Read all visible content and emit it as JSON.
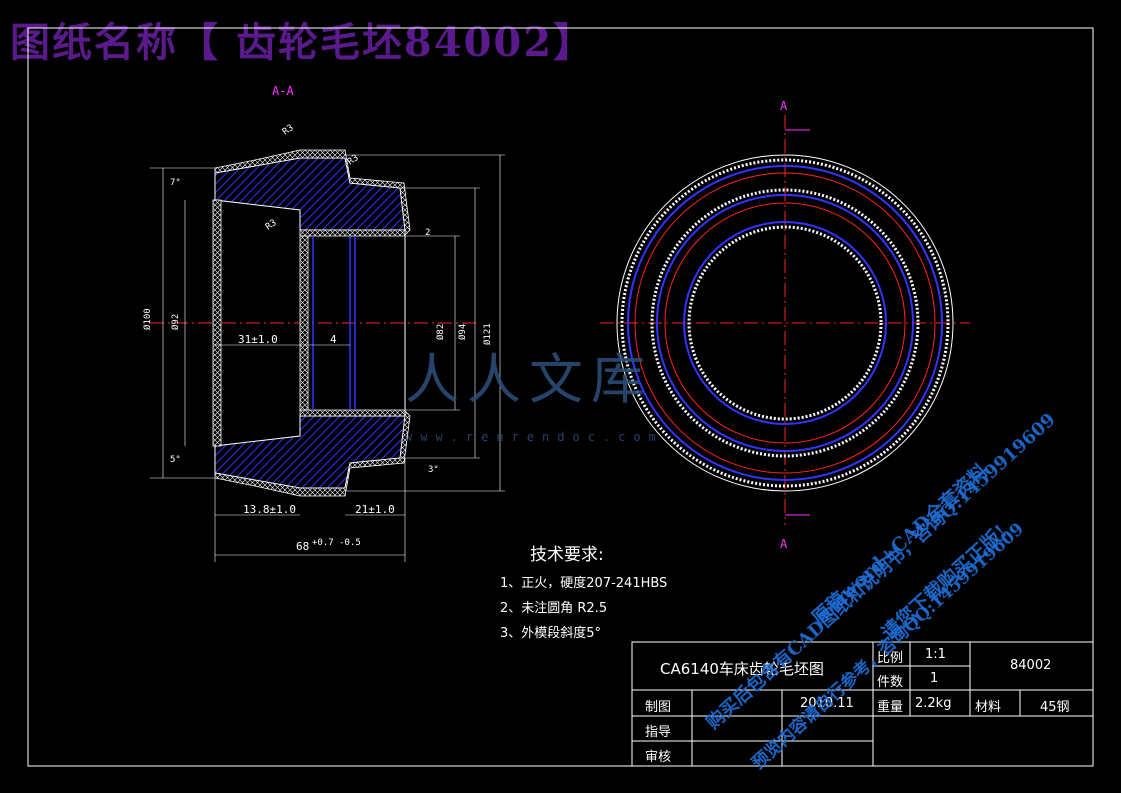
{
  "title": "图纸名称【 齿轮毛坯84002】",
  "section_label": "A-A",
  "section_mark": "A",
  "dimensions": {
    "d31": "31±1.0",
    "d4": "4",
    "d13": "13.8±1.0",
    "d21": "21±1.0",
    "d68": "68",
    "d68_tol": "+0.7 -0.5",
    "phi82": "Ø82",
    "phi94": "Ø94",
    "phi121": "Ø121",
    "r_left_outer": "Ø100",
    "r_left_inner": "Ø92",
    "ang7": "7°",
    "ang5": "5°",
    "ang3": "3°",
    "r3a": "R3",
    "r3b": "R3",
    "r3c": "R3",
    "z2": "2"
  },
  "requirements": {
    "heading": "技术要求:",
    "items": [
      "1、正火，硬度207-241HBS",
      "2、未注圆角 R2.5",
      "3、外模段斜度5°"
    ]
  },
  "title_block": {
    "drawing_name": "CA6140车床齿轮毛坯图",
    "scale_label": "比例",
    "scale_value": "1:1",
    "qty_label": "件数",
    "qty_value": "1",
    "code": "84002",
    "drawn_label": "制图",
    "date": "2010.11",
    "weight_label": "重量",
    "weight_value": "2.2kg",
    "material_label": "材料",
    "material_value": "45钢",
    "guide_label": "指导",
    "review_label": "审核"
  },
  "logo": {
    "text": "人人文库",
    "url": "www.renrendoc.com"
  },
  "watermark": {
    "line1": "购买后包含有CAD图纸和说明书，咨询Q:1459919609",
    "line2": "原稿word+CAD全套资料",
    "line3": "预览内容请自行参考，咨询QQ:1459919609",
    "line4": "请您下载购买正版!"
  },
  "colors": {
    "outline": "#ffffff",
    "hatch": "#3333ff",
    "center_line": "#ff2222",
    "section_mark": "#ff33ff",
    "title": "#5a1a8c",
    "watermark": "#1e6fd9"
  }
}
